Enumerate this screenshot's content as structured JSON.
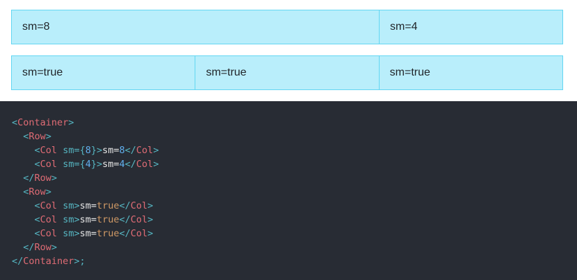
{
  "preview": {
    "row1": [
      {
        "label": "sm=8"
      },
      {
        "label": "sm=4"
      }
    ],
    "row2": [
      {
        "label": "sm=true"
      },
      {
        "label": "sm=true"
      },
      {
        "label": "sm=true"
      }
    ]
  },
  "code": {
    "lines": [
      [
        {
          "t": "punct",
          "v": "<"
        },
        {
          "t": "tag",
          "v": "Container"
        },
        {
          "t": "punct",
          "v": ">"
        }
      ],
      [
        {
          "t": "plain",
          "v": "  "
        },
        {
          "t": "punct",
          "v": "<"
        },
        {
          "t": "tag",
          "v": "Row"
        },
        {
          "t": "punct",
          "v": ">"
        }
      ],
      [
        {
          "t": "plain",
          "v": "    "
        },
        {
          "t": "punct",
          "v": "<"
        },
        {
          "t": "tag",
          "v": "Col"
        },
        {
          "t": "plain",
          "v": " "
        },
        {
          "t": "attr",
          "v": "sm"
        },
        {
          "t": "punct",
          "v": "={"
        },
        {
          "t": "num",
          "v": "8"
        },
        {
          "t": "punct",
          "v": "}>"
        },
        {
          "t": "text",
          "v": "sm="
        },
        {
          "t": "num",
          "v": "8"
        },
        {
          "t": "punct",
          "v": "</"
        },
        {
          "t": "tag",
          "v": "Col"
        },
        {
          "t": "punct",
          "v": ">"
        }
      ],
      [
        {
          "t": "plain",
          "v": "    "
        },
        {
          "t": "punct",
          "v": "<"
        },
        {
          "t": "tag",
          "v": "Col"
        },
        {
          "t": "plain",
          "v": " "
        },
        {
          "t": "attr",
          "v": "sm"
        },
        {
          "t": "punct",
          "v": "={"
        },
        {
          "t": "num",
          "v": "4"
        },
        {
          "t": "punct",
          "v": "}>"
        },
        {
          "t": "text",
          "v": "sm="
        },
        {
          "t": "num",
          "v": "4"
        },
        {
          "t": "punct",
          "v": "</"
        },
        {
          "t": "tag",
          "v": "Col"
        },
        {
          "t": "punct",
          "v": ">"
        }
      ],
      [
        {
          "t": "plain",
          "v": "  "
        },
        {
          "t": "punct",
          "v": "</"
        },
        {
          "t": "tag",
          "v": "Row"
        },
        {
          "t": "punct",
          "v": ">"
        }
      ],
      [
        {
          "t": "plain",
          "v": "  "
        },
        {
          "t": "punct",
          "v": "<"
        },
        {
          "t": "tag",
          "v": "Row"
        },
        {
          "t": "punct",
          "v": ">"
        }
      ],
      [
        {
          "t": "plain",
          "v": "    "
        },
        {
          "t": "punct",
          "v": "<"
        },
        {
          "t": "tag",
          "v": "Col"
        },
        {
          "t": "plain",
          "v": " "
        },
        {
          "t": "attr",
          "v": "sm"
        },
        {
          "t": "punct",
          "v": ">"
        },
        {
          "t": "text",
          "v": "sm="
        },
        {
          "t": "bool",
          "v": "true"
        },
        {
          "t": "punct",
          "v": "</"
        },
        {
          "t": "tag",
          "v": "Col"
        },
        {
          "t": "punct",
          "v": ">"
        }
      ],
      [
        {
          "t": "plain",
          "v": "    "
        },
        {
          "t": "punct",
          "v": "<"
        },
        {
          "t": "tag",
          "v": "Col"
        },
        {
          "t": "plain",
          "v": " "
        },
        {
          "t": "attr",
          "v": "sm"
        },
        {
          "t": "punct",
          "v": ">"
        },
        {
          "t": "text",
          "v": "sm="
        },
        {
          "t": "bool",
          "v": "true"
        },
        {
          "t": "punct",
          "v": "</"
        },
        {
          "t": "tag",
          "v": "Col"
        },
        {
          "t": "punct",
          "v": ">"
        }
      ],
      [
        {
          "t": "plain",
          "v": "    "
        },
        {
          "t": "punct",
          "v": "<"
        },
        {
          "t": "tag",
          "v": "Col"
        },
        {
          "t": "plain",
          "v": " "
        },
        {
          "t": "attr",
          "v": "sm"
        },
        {
          "t": "punct",
          "v": ">"
        },
        {
          "t": "text",
          "v": "sm="
        },
        {
          "t": "bool",
          "v": "true"
        },
        {
          "t": "punct",
          "v": "</"
        },
        {
          "t": "tag",
          "v": "Col"
        },
        {
          "t": "punct",
          "v": ">"
        }
      ],
      [
        {
          "t": "plain",
          "v": "  "
        },
        {
          "t": "punct",
          "v": "</"
        },
        {
          "t": "tag",
          "v": "Row"
        },
        {
          "t": "punct",
          "v": ">"
        }
      ],
      [
        {
          "t": "punct",
          "v": "</"
        },
        {
          "t": "tag",
          "v": "Container"
        },
        {
          "t": "punct",
          "v": ">;"
        }
      ]
    ]
  },
  "colors": {
    "col_background": "#b9eefb",
    "col_border": "#63d6f2",
    "code_background": "#282c34"
  }
}
